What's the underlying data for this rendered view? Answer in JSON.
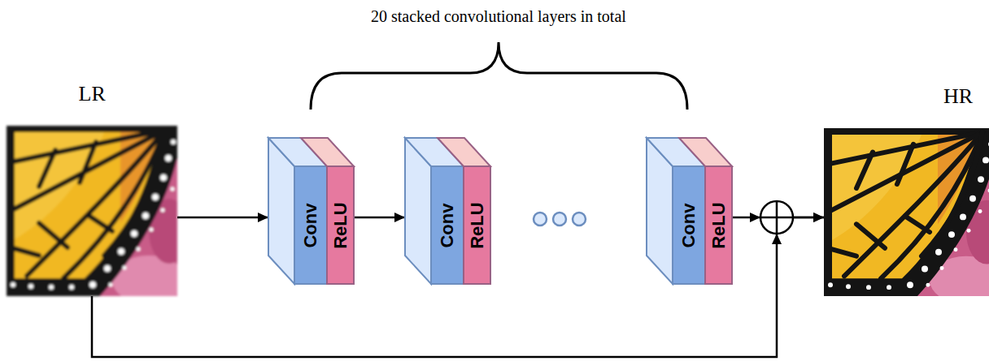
{
  "diagram": {
    "nodes": [
      {
        "text": [
          "LR"
        ]
      },
      {
        "text": [
          "Conv"
        ]
      },
      {
        "text": [
          "ReLU"
        ]
      },
      {
        "text": [
          "Conv"
        ]
      },
      {
        "text": [
          "ReLU"
        ]
      },
      {
        "text": [
          "Conv"
        ]
      },
      {
        "text": [
          "ReLU"
        ]
      },
      {
        "text": [
          "HR"
        ]
      }
    ],
    "edges": [
      {
        "from": 0,
        "to": 1,
        "arrow": "to"
      },
      {
        "from": 2,
        "to": 3,
        "arrow": "to"
      },
      {
        "from": 6,
        "to": 7,
        "arrow": "to"
      },
      {
        "from": 0,
        "to": 7,
        "arrow": "to"
      }
    ],
    "labels": [
      "20 stacked convolutional layers in total"
    ]
  }
}
